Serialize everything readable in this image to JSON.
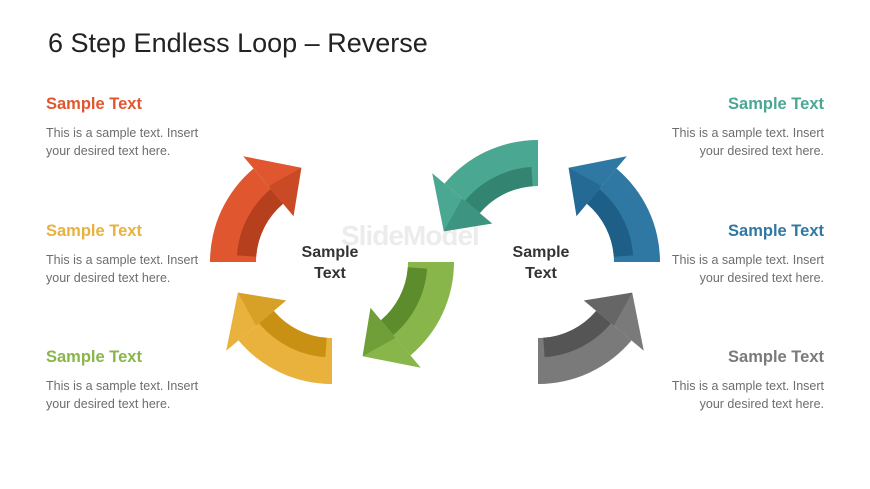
{
  "title": "6 Step Endless Loop – Reverse",
  "watermark": "SlideModel",
  "centers": [
    {
      "label": "Sample\nText"
    },
    {
      "label": "Sample\nText"
    }
  ],
  "steps": [
    {
      "heading": "Sample Text",
      "text": "This is a sample  text. Insert your desired text here.",
      "color": "#e0572f",
      "dark": "#b63f1e"
    },
    {
      "heading": "Sample Text",
      "text": "This is a sample  text. Insert your desired text here.",
      "color": "#e8b23c",
      "dark": "#c99114"
    },
    {
      "heading": "Sample Text",
      "text": "This is a sample  text. Insert your desired text here.",
      "color": "#88b64a",
      "dark": "#5d8c2c"
    },
    {
      "heading": "Sample Text",
      "text": "This is a sample  text. Insert your desired text here.",
      "color": "#4aa892",
      "dark": "#338572"
    },
    {
      "heading": "Sample Text",
      "text": "This is a sample  text. Insert your desired text here.",
      "color": "#2f78a4",
      "dark": "#1d5f86"
    },
    {
      "heading": "Sample Text",
      "text": "This is a sample  text. Insert your desired text here.",
      "color": "#7a7a7a",
      "dark": "#555555"
    }
  ]
}
